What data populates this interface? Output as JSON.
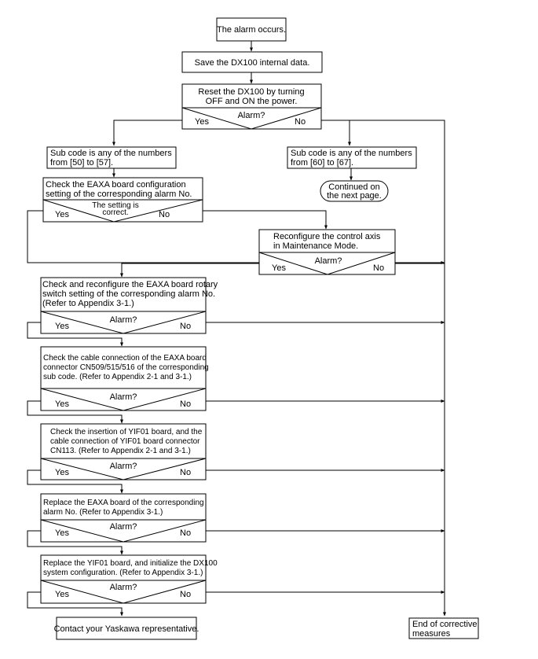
{
  "start": "The alarm occurs.",
  "save_data": "Save the DX100 internal data.",
  "reset": {
    "lines": [
      "Reset the DX100 by turning",
      "OFF and ON the power."
    ],
    "question": "Alarm?",
    "yes": "Yes",
    "no": "No"
  },
  "sub_code_50": [
    "Sub code is any of the numbers",
    "from [50] to [57]."
  ],
  "sub_code_60": [
    "Sub code is any of the numbers",
    "from [60] to [67]."
  ],
  "continued": [
    "Continued on",
    "the next page."
  ],
  "check_config": {
    "lines": [
      "Check the EAXA board configuration",
      "setting of the corresponding alarm No."
    ],
    "question": [
      "The setting is",
      "correct."
    ],
    "yes": "Yes",
    "no": "No"
  },
  "reconfigure_axis": {
    "lines": [
      "Reconfigure the control axis",
      "in Maintenance Mode."
    ],
    "question": "Alarm?",
    "yes": "Yes",
    "no": "No"
  },
  "rotary_switch": {
    "lines": [
      "Check and reconfigure the EAXA board rotary",
      "switch setting of the corresponding alarm No.",
      "(Refer to Appendix 3-1.)"
    ],
    "question": "Alarm?",
    "yes": "Yes",
    "no": "No"
  },
  "cable_connection": {
    "lines": [
      "Check the cable connection of the EAXA board",
      "connector CN509/515/516 of the corresponding",
      "sub code. (Refer to Appendix 2-1 and 3-1.)"
    ],
    "question": "Alarm?",
    "yes": "Yes",
    "no": "No"
  },
  "yif01_insertion": {
    "lines": [
      "Check the insertion of YIF01 board, and the",
      "cable connection of YIF01 board connector",
      "CN113. (Refer to Appendix 2-1 and 3-1.)"
    ],
    "question": "Alarm?",
    "yes": "Yes",
    "no": "No"
  },
  "replace_eaxa": {
    "lines": [
      "Replace the EAXA board of the corresponding",
      "alarm No. (Refer to Appendix 3-1.)"
    ],
    "question": "Alarm?",
    "yes": "Yes",
    "no": "No"
  },
  "replace_yif01": {
    "lines": [
      "Replace the YIF01 board, and initialize the DX100",
      "system configuration. (Refer to Appendix 3-1.)"
    ],
    "question": "Alarm?",
    "yes": "Yes",
    "no": "No"
  },
  "contact": "Contact your Yaskawa representative.",
  "end": [
    "End of corrective",
    "measures"
  ]
}
